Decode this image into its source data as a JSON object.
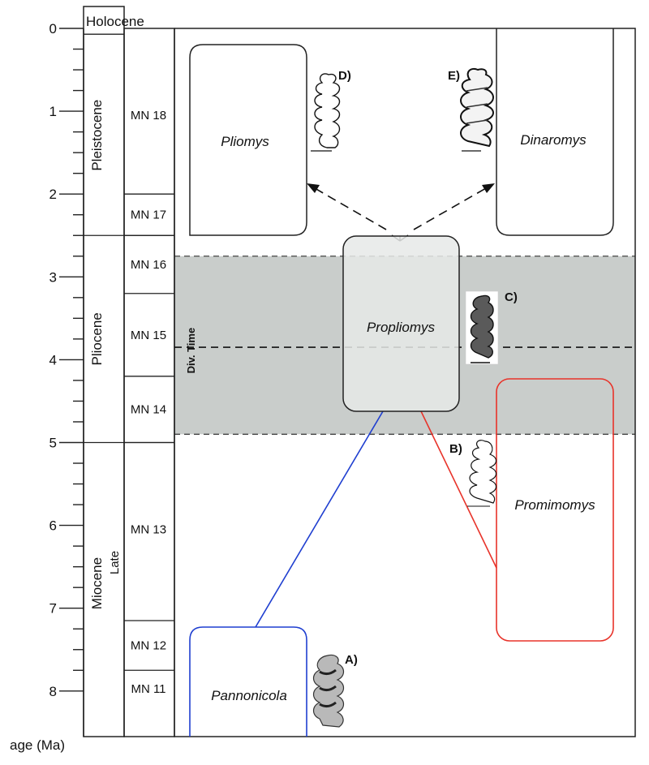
{
  "axis": {
    "title": "age (Ma)",
    "ticks": [
      "0",
      "1",
      "2",
      "3",
      "4",
      "5",
      "6",
      "7",
      "8"
    ]
  },
  "epochs": [
    {
      "id": "holocene",
      "label": "Holocene",
      "start": 0,
      "end": 0.08
    },
    {
      "id": "pleistocene",
      "label": "Pleistocene",
      "start": 0.08,
      "end": 2.5
    },
    {
      "id": "pliocene",
      "label": "Pliocene",
      "start": 2.5,
      "end": 5.0
    },
    {
      "id": "miocene",
      "label": "Miocene",
      "sublabel": "Late",
      "start": 5.0,
      "end": 8.2
    }
  ],
  "mn_zones": [
    {
      "label": "MN 18",
      "start": 0.08,
      "end": 2.0
    },
    {
      "label": "MN 17",
      "start": 2.0,
      "end": 2.5
    },
    {
      "label": "MN 16",
      "start": 2.5,
      "end": 3.2
    },
    {
      "label": "MN 15",
      "start": 3.2,
      "end": 4.2
    },
    {
      "label": "MN 14",
      "start": 4.2,
      "end": 5.0
    },
    {
      "label": "MN 13",
      "start": 5.0,
      "end": 7.15
    },
    {
      "label": "MN 12",
      "start": 7.15,
      "end": 7.75
    },
    {
      "label": "MN 11",
      "start": 7.75,
      "end": 8.2
    }
  ],
  "divergence": {
    "label": "Div. Time",
    "band_start": 2.75,
    "band_end": 4.9,
    "median": 3.85,
    "band_color": "#c9cdcb"
  },
  "genera": [
    {
      "id": "pliomys",
      "label": "Pliomys",
      "start": 0.18,
      "end": 2.5,
      "color": "#222222",
      "specimen": "D)"
    },
    {
      "id": "dinaromys",
      "label": "Dinaromys",
      "start": 0.0,
      "end": 2.5,
      "color": "#222222",
      "specimen": "E)"
    },
    {
      "id": "propliomys",
      "label": "Propliomys",
      "start": 2.5,
      "end": 4.65,
      "color": "#222222",
      "fill": "#e6e9e8",
      "specimen": "C)"
    },
    {
      "id": "promimomys",
      "label": "Promimomys",
      "start": 4.25,
      "end": 7.15,
      "color": "#e8332a",
      "specimen": "B)"
    },
    {
      "id": "pannonicola",
      "label": "Pannonicola",
      "start": 7.0,
      "end": 8.2,
      "color": "#1f3fd0",
      "specimen": "A)"
    }
  ],
  "colors": {
    "ancestry_blue": "#1f3fd0",
    "ancestry_red": "#e8332a",
    "frame": "#222222"
  }
}
